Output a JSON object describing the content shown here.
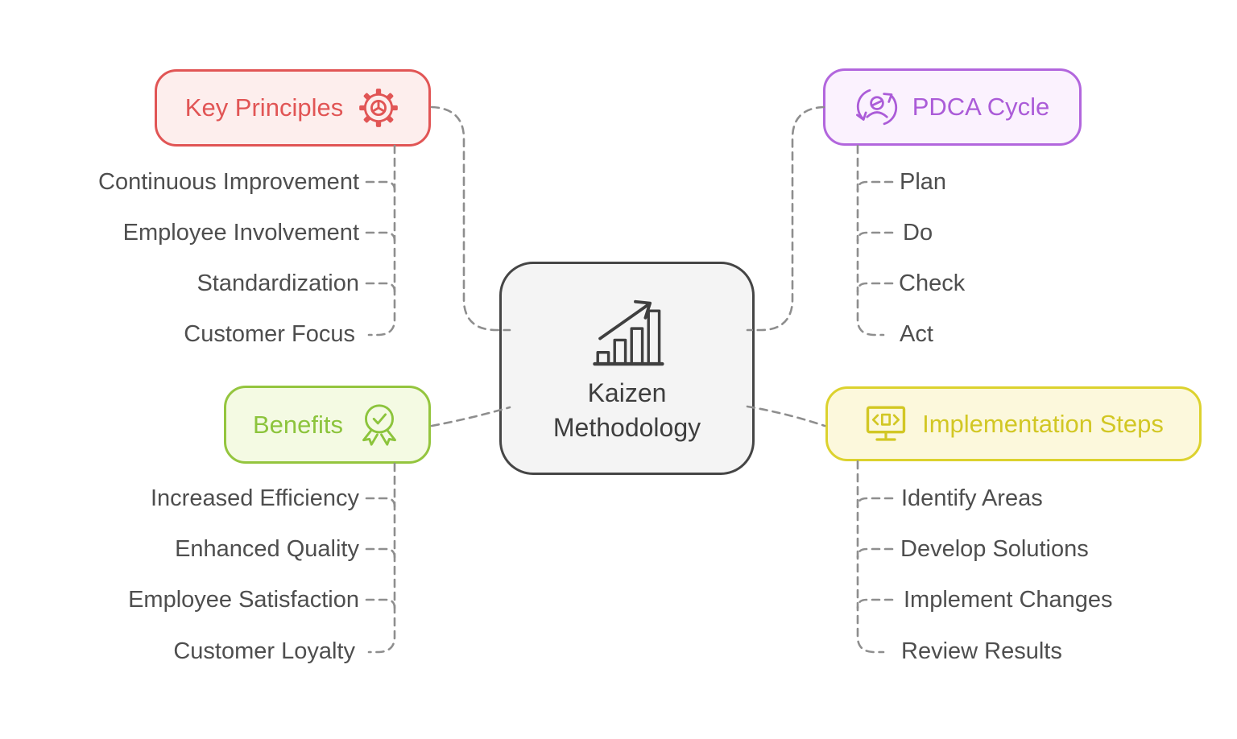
{
  "center": {
    "title_line1": "Kaizen",
    "title_line2": "Methodology",
    "icon": "growth-chart-icon",
    "border_color": "#454545",
    "fill_color": "#f4f4f4",
    "text_color": "#3e3e3e"
  },
  "branches": [
    {
      "id": "key-principles",
      "label": "Key Principles",
      "icon": "gear-icon",
      "accent_color": "#e15555",
      "fill_color": "#fdeeed",
      "items": [
        "Continuous Improvement",
        "Employee Involvement",
        "Standardization",
        "Customer Focus"
      ]
    },
    {
      "id": "pdca-cycle",
      "label": "PDCA Cycle",
      "icon": "person-cycle-icon",
      "accent_color": "#b266dd",
      "fill_color": "#fbf2fe",
      "items": [
        "Plan",
        "Do",
        "Check",
        "Act"
      ]
    },
    {
      "id": "benefits",
      "label": "Benefits",
      "icon": "award-check-icon",
      "accent_color": "#94c53e",
      "fill_color": "#f4fae3",
      "items": [
        "Increased Efficiency",
        "Enhanced Quality",
        "Employee Satisfaction",
        "Customer Loyalty"
      ]
    },
    {
      "id": "implementation-steps",
      "label": "Implementation Steps",
      "icon": "monitor-code-icon",
      "accent_color": "#dcd22e",
      "fill_color": "#fcf8dc",
      "items": [
        "Identify Areas",
        "Develop Solutions",
        "Implement Changes",
        "Review Results"
      ]
    }
  ],
  "connector_color": "#8e8e8e"
}
